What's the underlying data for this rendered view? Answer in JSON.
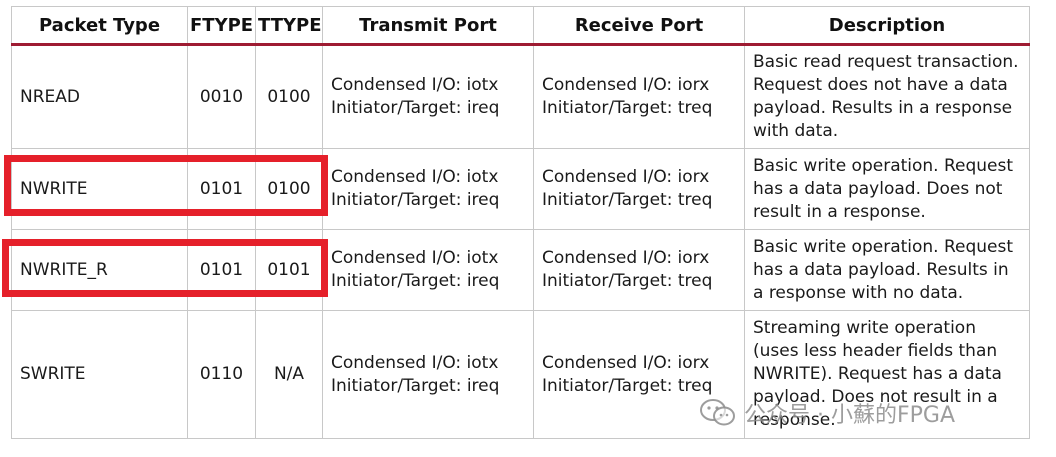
{
  "table": {
    "headers": [
      "Packet Type",
      "FTYPE",
      "TTYPE",
      "Transmit Port",
      "Receive Port",
      "Description"
    ],
    "rows": [
      {
        "packet_type": "NREAD",
        "ftype": "0010",
        "ttype": "0100",
        "transmit_port": [
          "Condensed I/O: iotx",
          "Initiator/Target: ireq"
        ],
        "receive_port": [
          "Condensed I/O: iorx",
          "Initiator/Target: treq"
        ],
        "description": "Basic read request transaction. Request does not have a data payload. Results in a response with data."
      },
      {
        "packet_type": "NWRITE",
        "ftype": "0101",
        "ttype": "0100",
        "transmit_port": [
          "Condensed I/O: iotx",
          "Initiator/Target: ireq"
        ],
        "receive_port": [
          "Condensed I/O: iorx",
          "Initiator/Target: treq"
        ],
        "description": "Basic write operation. Request has a data payload. Does not result in a response."
      },
      {
        "packet_type": "NWRITE_R",
        "ftype": "0101",
        "ttype": "0101",
        "transmit_port": [
          "Condensed I/O: iotx",
          "Initiator/Target: ireq"
        ],
        "receive_port": [
          "Condensed I/O: iorx",
          "Initiator/Target: treq"
        ],
        "description": "Basic write operation. Request has a data payload. Results in a response with no data."
      },
      {
        "packet_type": "SWRITE",
        "ftype": "0110",
        "ttype": "N/A",
        "transmit_port": [
          "Condensed I/O: iotx",
          "Initiator/Target: ireq"
        ],
        "receive_port": [
          "Condensed I/O: iorx",
          "Initiator/Target: treq"
        ],
        "description": "Streaming write operation (uses less header fields than NWRITE). Request has a data payload. Does not result in a response."
      }
    ]
  },
  "colors": {
    "header_rule": "#9e1b32",
    "highlight": "#e5202a",
    "grid": "#c8c8c8"
  },
  "watermark": {
    "icon": "wechat-icon",
    "text": "公众号 · 小蘇的FPGA"
  }
}
